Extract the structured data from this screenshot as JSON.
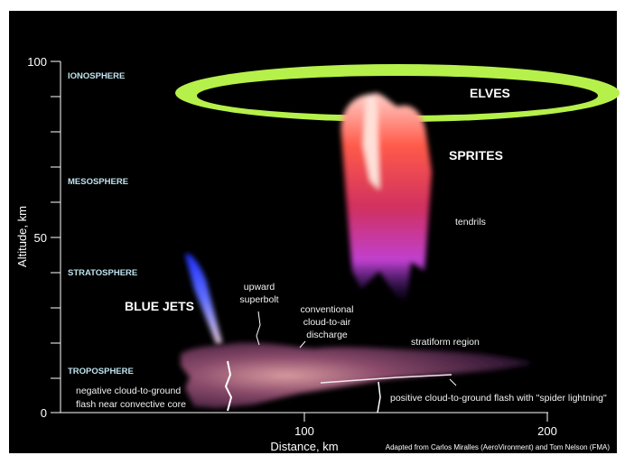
{
  "axes": {
    "y_label": "Altitude, km",
    "y_ticks": [
      "100",
      "50",
      "0"
    ],
    "x_label": "Distance, km",
    "x_ticks": [
      "100",
      "200"
    ]
  },
  "layers": {
    "ionosphere": "IONOSPHERE",
    "mesosphere": "MESOSPHERE",
    "stratosphere": "STRATOSPHERE",
    "troposphere": "TROPOSPHERE"
  },
  "phenomena": {
    "elves": "ELVES",
    "sprites": "SPRITES",
    "tendrils": "tendrils",
    "blue_jets": "BLUE JETS",
    "upward_superbolt": [
      "upward",
      "superbolt"
    ],
    "cloud_to_air": [
      "conventional",
      "cloud-to-air",
      "discharge"
    ],
    "stratiform": "stratiform region",
    "negative_cg": [
      "negative cloud-to-ground",
      "flash near convective core"
    ],
    "positive_cg": "positive cloud-to-ground flash with \"spider lightning\""
  },
  "credit": "Adapted from Carlos Miralles (AeroVironment) and Tom Nelson (FMA)",
  "colors": {
    "background": "#000000",
    "elves": "#b6f04a",
    "sprites": "#ff5a4a",
    "tendrils": "#c040d0",
    "blue_jet": "#3040ff",
    "layer_text": "#bfe3ee"
  }
}
